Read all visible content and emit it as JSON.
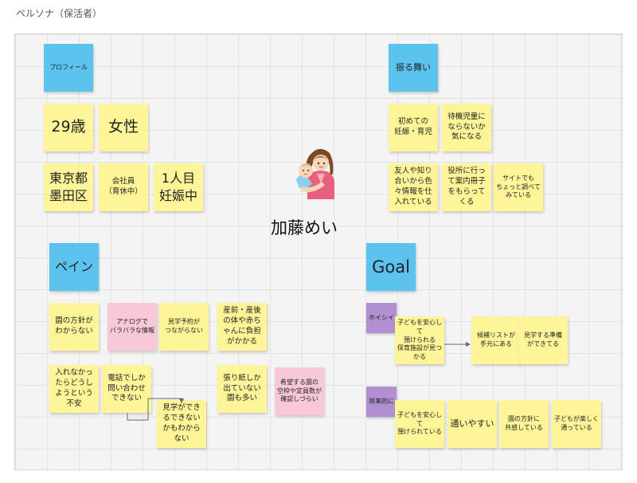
{
  "frame_label": "ペルソナ（保活者）",
  "persona_name": "加藤めい",
  "illustration": "mother-holding-baby-illustration",
  "sections": {
    "profile": "プロフィール",
    "behavior": "振る舞い",
    "pain": "ペイン",
    "goal": "Goal",
    "want": "ホイシイ",
    "future": "将来的に"
  },
  "profile": {
    "age": "29歳",
    "gender": "女性",
    "location": "東京都\n墨田区",
    "job": "会社員\n（育休中）",
    "child": "1人目\n妊娠中"
  },
  "behavior": [
    "初めての\n妊娠・育児",
    "待機児童に\nならないか\n気になる",
    "友人や知り\n合いから色\n々情報を仕\n入れている",
    "役所に行っ\nて案内冊子\nをもらって\nくる",
    "サイトでも\nちょっと調べて\nみている"
  ],
  "pain": [
    "園の方針が\nわからない",
    "アナログで\nバラバラな情報",
    "見学予約が\nつながらない",
    "産前・産後\nの体や赤ち\nゃんに負担\nがかかる",
    "入れなかっ\nたらどうし\nようという\n不安",
    "電話でしか\n問い合わせ\nできない",
    "見学ができ\nるできない\nかもわから\nない",
    "張り紙しか\n出ていない\n園も多い",
    "希望する園の\n空枠や定員数が\n確認しづらい"
  ],
  "goal": {
    "want": [
      "子どもを安心して\n預けられる\n保育施設が見つかる",
      "候補リストが\n手元にある",
      "見学する準備\nができてる"
    ],
    "future": [
      "子どもを安心して\n預けられている",
      "通いやすい",
      "園の方針に\n共感している",
      "子どもが楽しく\n通っている"
    ]
  },
  "colors": {
    "yellow_note": "#fdf598",
    "blue_note": "#5cc3ef",
    "pink_note": "#f8c8d8",
    "purple_note": "#b18fd1"
  }
}
